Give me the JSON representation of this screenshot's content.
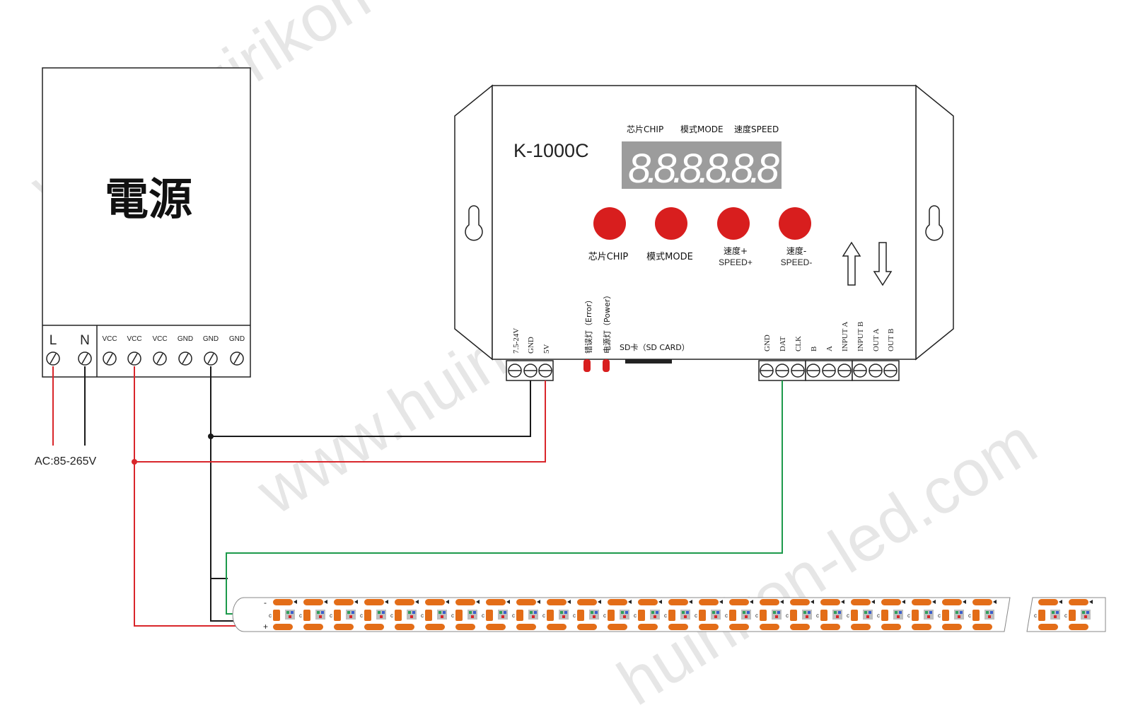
{
  "watermarks": [
    "www.huirikon-led.com",
    "www.huirikon-led.com",
    "huirikon-led.com",
    "www.huiriko"
  ],
  "power_supply": {
    "title": "電源",
    "terminals": [
      "L",
      "N",
      "VCC",
      "VCC",
      "VCC",
      "GND",
      "GND",
      "GND"
    ],
    "ac_label": "AC:85-265V"
  },
  "controller": {
    "model": "K-1000C",
    "display_header": [
      "芯片CHIP",
      "模式MODE",
      "速度SPEED"
    ],
    "display_digits": "8.8.8.8.8.8",
    "buttons": [
      {
        "line1": "芯片CHIP",
        "line2": ""
      },
      {
        "line1": "模式MODE",
        "line2": ""
      },
      {
        "line1": "速度+",
        "line2": "SPEED+"
      },
      {
        "line1": "速度-",
        "line2": "SPEED-"
      }
    ],
    "arrows": [
      "up-arrow",
      "down-arrow"
    ],
    "power_pins": [
      "7.5-24V",
      "GND",
      "5V"
    ],
    "leds": [
      "错误灯（Error）",
      "电源灯（Power）"
    ],
    "sd_card": "SD卡（SD CARD）",
    "signal_pins": [
      "GND",
      "DAT",
      "CLK",
      "B",
      "A",
      "INPUT A",
      "INPUT B",
      "OUT A",
      "OUT B"
    ]
  },
  "led_strip": {
    "segment_label": "c",
    "polarity_minus": "-",
    "polarity_plus": "+"
  },
  "colors": {
    "wire_red": "#d9262b",
    "wire_black": "#1a1a1a",
    "wire_green": "#1c9a4b",
    "button_red": "#d81e1e",
    "display_bg": "#9c9c9c",
    "strip_orange": "#e36d18"
  }
}
